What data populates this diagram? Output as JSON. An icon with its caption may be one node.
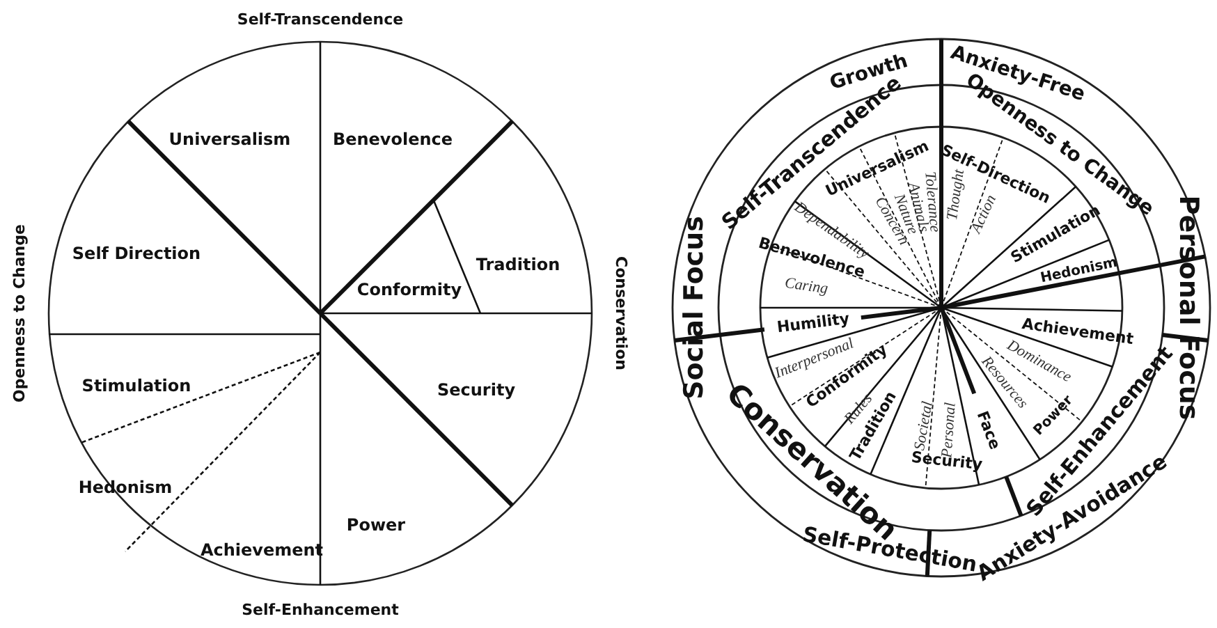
{
  "diagram": {
    "labels": [
      "Self-Transcendence",
      "Universalism",
      "Benevolence",
      "Self Direction",
      "Tradition",
      "Conformity",
      "Conservation",
      "Openness to Change",
      "Stimulation",
      "Security",
      "Hedonism",
      "Achievement",
      "Power",
      "Self-Enhancement",
      "Growth",
      "Anxiety-Free",
      "Self-Transcendence",
      "Openness to Change",
      "Social Focus",
      "Personal Focus",
      "Universalism",
      "Tolerance",
      "Animals",
      "Nature",
      "Concern",
      "Self-Direction",
      "Thought",
      "Action",
      "Dependability",
      "Benevolence",
      "Caring",
      "Stimulation",
      "Hedonism",
      "Humility",
      "Achievement",
      "Interpersonal",
      "Conformity",
      "Rules",
      "Dominance",
      "Resources",
      "Power",
      "Tradition",
      "Societal",
      "Personal",
      "Face",
      "Security",
      "Conservation",
      "Self-Enhancement",
      "Self-Protection",
      "Anxiety-Avoidance"
    ]
  }
}
